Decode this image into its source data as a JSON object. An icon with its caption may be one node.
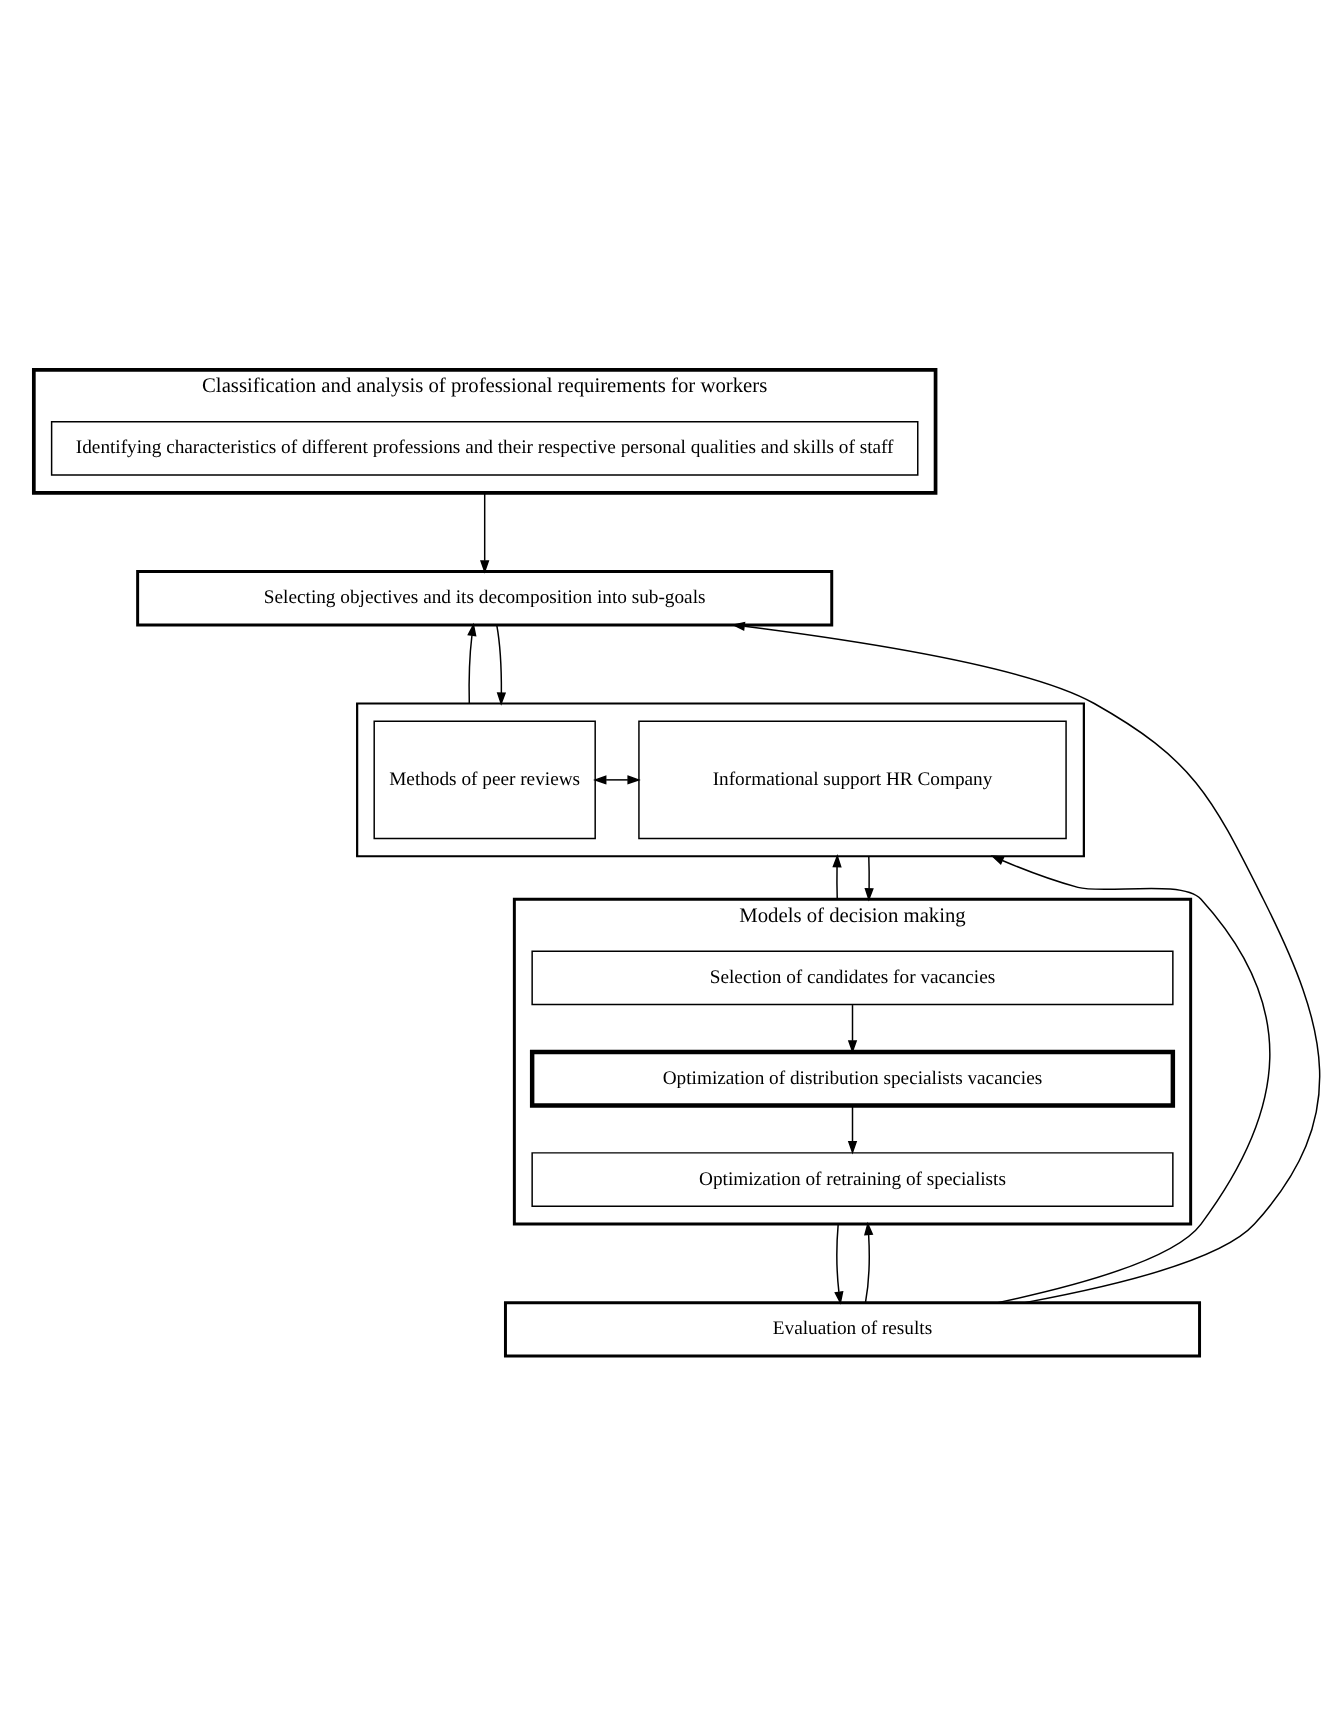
{
  "diagram": {
    "nodes": [
      {
        "text": [
          "Classification and analysis of professional requirements for workers"
        ]
      },
      {
        "text": [
          "Identifying characteristics of different professions and their respective personal qualities and skills of staff"
        ],
        "in": 0
      },
      {
        "text": [
          "Selecting objectives and its decomposition into sub-goals"
        ]
      },
      {
        "text": [],
        "shape": "box"
      },
      {
        "text": [
          "Methods of peer reviews"
        ],
        "in": 3
      },
      {
        "text": [
          "Informational support HR Company"
        ],
        "in": 3
      },
      {
        "text": [
          "Models of decision making"
        ]
      },
      {
        "text": [
          "Selection of candidates for vacancies"
        ],
        "in": 6
      },
      {
        "text": [
          "Optimization of distribution specialists vacancies"
        ],
        "in": 6
      },
      {
        "text": [
          "Optimization of retraining of specialists"
        ],
        "in": 6
      },
      {
        "text": [
          "Evaluation of results"
        ]
      }
    ],
    "edges": [
      {
        "from": 0,
        "to": 2,
        "arrow": "to"
      },
      {
        "from": 3,
        "to": 2,
        "arrow": "to"
      },
      {
        "from": 2,
        "to": 3,
        "arrow": "to"
      },
      {
        "from": 4,
        "to": 5,
        "arrow": "both"
      },
      {
        "from": 6,
        "to": 3,
        "arrow": "to"
      },
      {
        "from": 3,
        "to": 6,
        "arrow": "to"
      },
      {
        "from": 7,
        "to": 8,
        "arrow": "to"
      },
      {
        "from": 8,
        "to": 9,
        "arrow": "to"
      },
      {
        "from": 6,
        "to": 10,
        "arrow": "to"
      },
      {
        "from": 10,
        "to": 2,
        "arrow": "to"
      },
      {
        "from": 10,
        "to": 3,
        "arrow": "to"
      },
      {
        "from": 10,
        "to": 6,
        "arrow": "to"
      }
    ]
  }
}
